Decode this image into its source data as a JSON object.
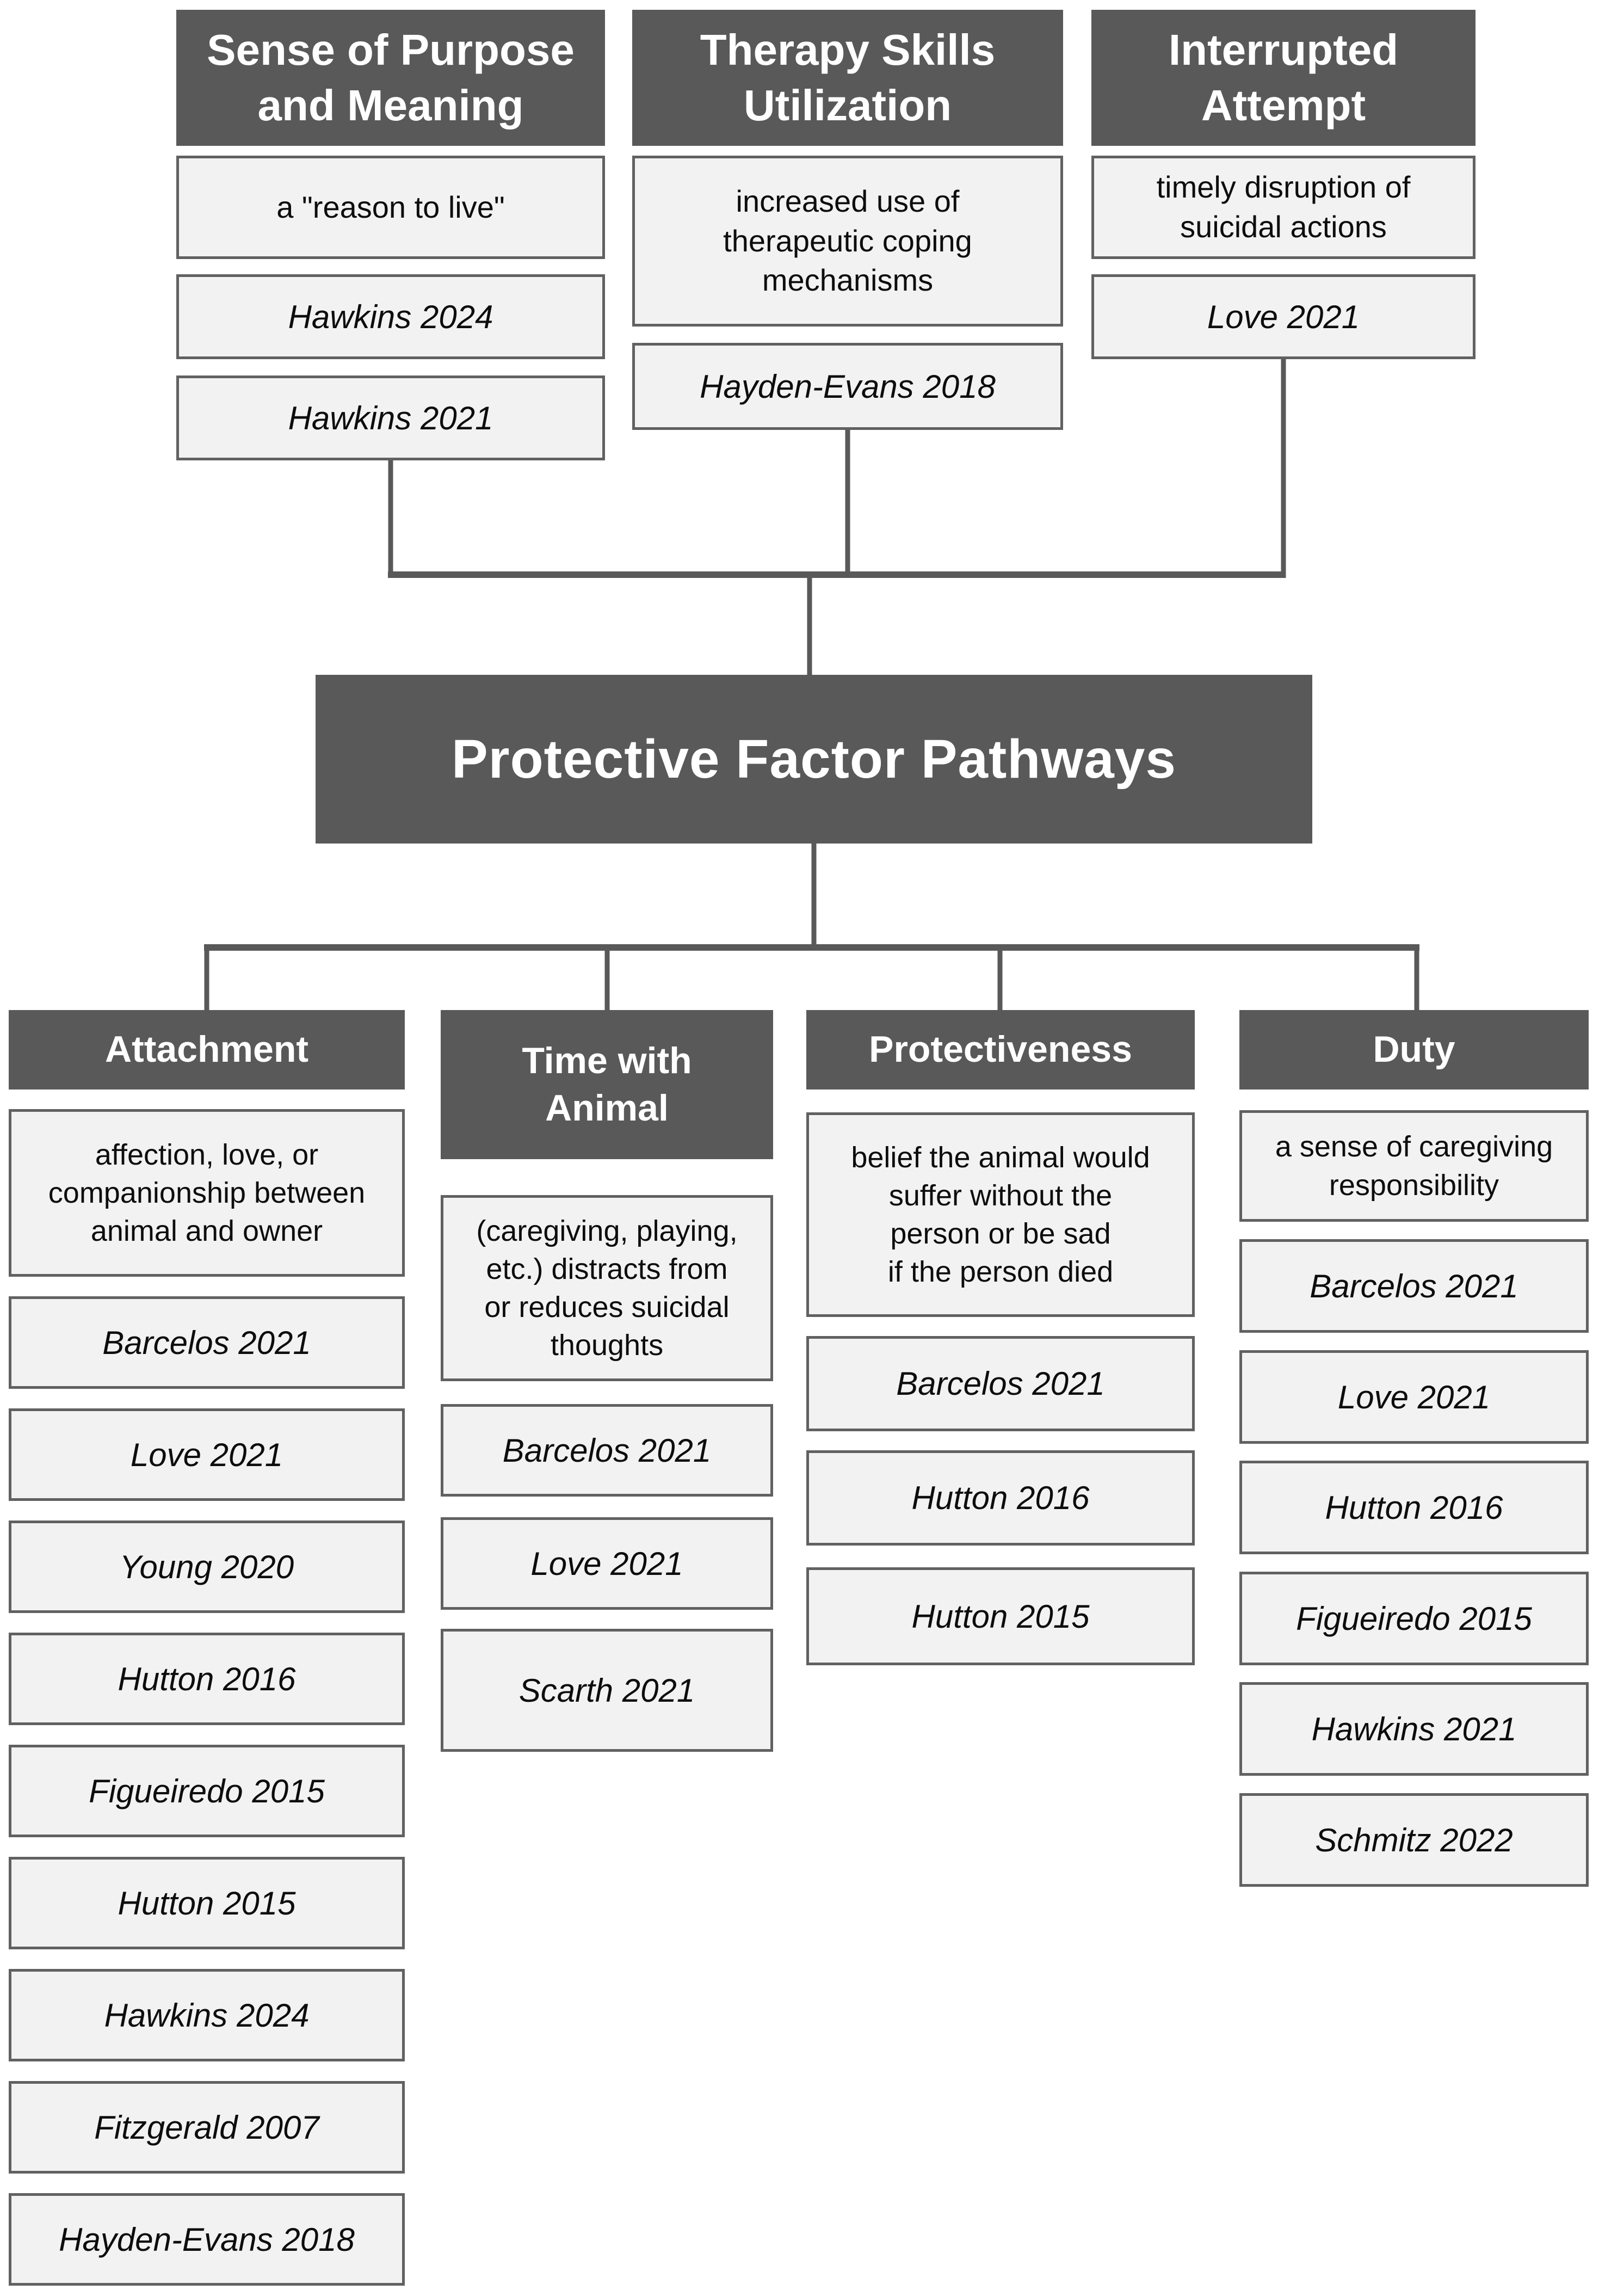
{
  "title": "Protective Factor Pathways",
  "top_columns": [
    {
      "header": "Sense of Purpose\nand Meaning",
      "description": "a \"reason to live\"",
      "citations": [
        "Hawkins 2024",
        "Hawkins 2021"
      ]
    },
    {
      "header": "Therapy Skills\nUtilization",
      "description": "increased use of\ntherapeutic coping\nmechanisms",
      "citations": [
        "Hayden-Evans 2018"
      ]
    },
    {
      "header": "Interrupted\nAttempt",
      "description": "timely disruption of\nsuicidal actions",
      "citations": [
        "Love 2021"
      ]
    }
  ],
  "bottom_columns": [
    {
      "header": "Attachment",
      "description": "affection, love, or\ncompanionship between\nanimal and owner",
      "citations": [
        "Barcelos 2021",
        "Love 2021",
        "Young 2020",
        "Hutton 2016",
        "Figueiredo 2015",
        "Hutton 2015",
        "Hawkins 2024",
        "Fitzgerald 2007",
        "Hayden-Evans 2018"
      ]
    },
    {
      "header": "Time with\nAnimal",
      "description": "(caregiving, playing,\netc.) distracts from\nor reduces suicidal\nthoughts",
      "citations": [
        "Barcelos 2021",
        "Love 2021",
        "Scarth 2021"
      ]
    },
    {
      "header": "Protectiveness",
      "description": "belief the animal would\nsuffer without the\nperson or be sad\nif the person died",
      "citations": [
        "Barcelos 2021",
        "Hutton 2016",
        "Hutton 2015"
      ]
    },
    {
      "header": "Duty",
      "description": "a sense of caregiving\nresponsibility",
      "citations": [
        "Barcelos 2021",
        "Love 2021",
        "Hutton 2016",
        "Figueiredo 2015",
        "Hawkins 2021",
        "Schmitz 2022"
      ]
    }
  ],
  "colors": {
    "header_bg": "#595959",
    "header_text": "#ffffff",
    "box_bg": "#f2f2f2",
    "box_border": "#616161",
    "line": "#595959",
    "body_text": "#0d0d0d"
  }
}
